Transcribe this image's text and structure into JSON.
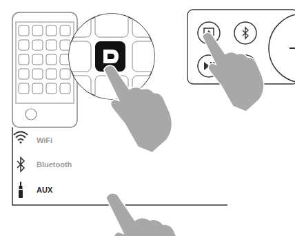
{
  "diagram": {
    "labels": [
      "WiFi",
      "Bluetooth",
      "AUX"
    ]
  }
}
